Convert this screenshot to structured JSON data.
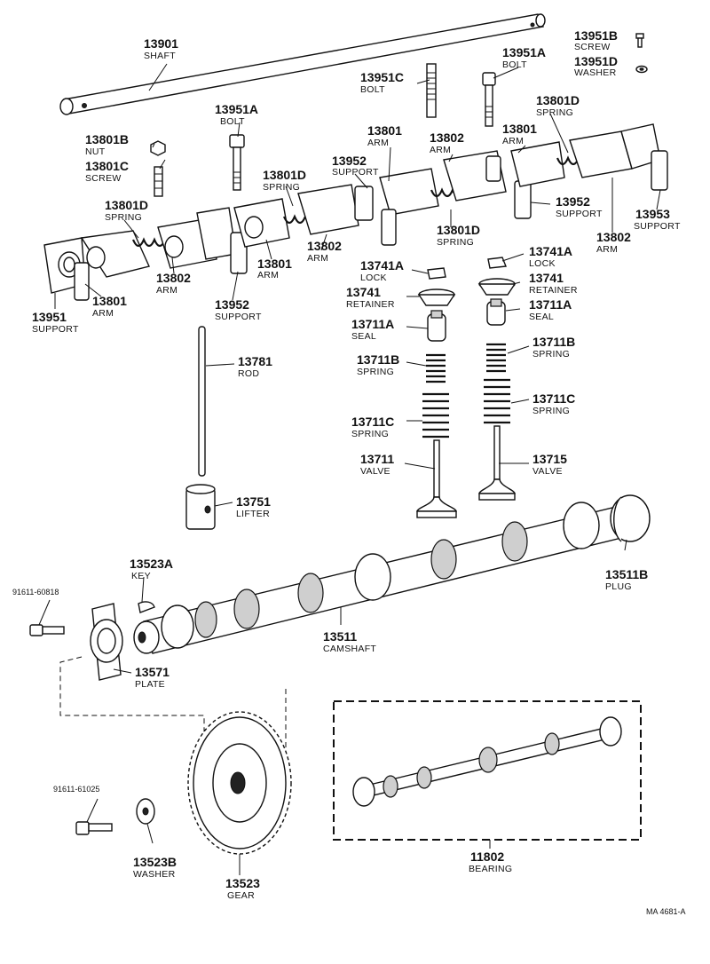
{
  "parts": [
    {
      "id": "shaft-13901",
      "number": "13901",
      "name": "SHAFT"
    },
    {
      "id": "screw-13951b",
      "number": "13951B",
      "name": "SCREW"
    },
    {
      "id": "bolt-13951a-top",
      "number": "13951A",
      "name": "BOLT"
    },
    {
      "id": "washer-13951d",
      "number": "13951D",
      "name": "WASHER"
    },
    {
      "id": "bolt-13951c",
      "number": "13951C",
      "name": "BOLT"
    },
    {
      "id": "bolt-13951a-left",
      "number": "13951A",
      "name": "BOLT"
    },
    {
      "id": "spring-13801d-right",
      "number": "13801D",
      "name": "SPRING"
    },
    {
      "id": "arm-13801-mid",
      "number": "13801",
      "name": "ARM"
    },
    {
      "id": "arm-13802-mid",
      "number": "13802",
      "name": "ARM"
    },
    {
      "id": "arm-13801-right",
      "number": "13801",
      "name": "ARM"
    },
    {
      "id": "nut-13801b",
      "number": "13801B",
      "name": "NUT"
    },
    {
      "id": "support-13952-mid",
      "number": "13952",
      "name": "SUPPORT"
    },
    {
      "id": "screw-13801c",
      "number": "13801C",
      "name": "SCREW"
    },
    {
      "id": "spring-13801d-center",
      "number": "13801D",
      "name": "SPRING"
    },
    {
      "id": "support-13952-right",
      "number": "13952",
      "name": "SUPPORT"
    },
    {
      "id": "spring-13801d-left",
      "number": "13801D",
      "name": "SPRING"
    },
    {
      "id": "support-13953",
      "number": "13953",
      "name": "SUPPORT"
    },
    {
      "id": "spring-13801d-lower",
      "number": "13801D",
      "name": "SPRING"
    },
    {
      "id": "arm-13802-lower",
      "number": "13802",
      "name": "ARM"
    },
    {
      "id": "arm-13802-right",
      "number": "13802",
      "name": "ARM"
    },
    {
      "id": "arm-13802-left",
      "number": "13802",
      "name": "ARM"
    },
    {
      "id": "arm-13801-lower",
      "number": "13801",
      "name": "ARM"
    },
    {
      "id": "arm-13801-left",
      "number": "13801",
      "name": "ARM"
    },
    {
      "id": "support-13952-left",
      "number": "13952",
      "name": "SUPPORT"
    },
    {
      "id": "support-13951",
      "number": "13951",
      "name": "SUPPORT"
    },
    {
      "id": "lock-13741a-right",
      "number": "13741A",
      "name": "LOCK"
    },
    {
      "id": "lock-13741a-left",
      "number": "13741A",
      "name": "LOCK"
    },
    {
      "id": "retainer-13741-right",
      "number": "13741",
      "name": "RETAINER"
    },
    {
      "id": "retainer-13741-left",
      "number": "13741",
      "name": "RETAINER"
    },
    {
      "id": "seal-13711a-right",
      "number": "13711A",
      "name": "SEAL"
    },
    {
      "id": "seal-13711a-left",
      "number": "13711A",
      "name": "SEAL"
    },
    {
      "id": "rod-13781",
      "number": "13781",
      "name": "ROD"
    },
    {
      "id": "spring-13711b-right",
      "number": "13711B",
      "name": "SPRING"
    },
    {
      "id": "spring-13711b-left",
      "number": "13711B",
      "name": "SPRING"
    },
    {
      "id": "spring-13711c-right",
      "number": "13711C",
      "name": "SPRING"
    },
    {
      "id": "spring-13711c-left",
      "number": "13711C",
      "name": "SPRING"
    },
    {
      "id": "valve-13711",
      "number": "13711",
      "name": "VALVE"
    },
    {
      "id": "valve-13715",
      "number": "13715",
      "name": "VALVE"
    },
    {
      "id": "lifter-13751",
      "number": "13751",
      "name": "LIFTER"
    },
    {
      "id": "plug-13511b",
      "number": "13511B",
      "name": "PLUG"
    },
    {
      "id": "key-13523a",
      "number": "13523A",
      "name": "KEY"
    },
    {
      "id": "bolt-91611-60818",
      "number": "91611-60818",
      "name": ""
    },
    {
      "id": "camshaft-13511",
      "number": "13511",
      "name": "CAMSHAFT"
    },
    {
      "id": "plate-13571",
      "number": "13571",
      "name": "PLATE"
    },
    {
      "id": "bolt-91611-61025",
      "number": "91611-61025",
      "name": ""
    },
    {
      "id": "washer-13523b",
      "number": "13523B",
      "name": "WASHER"
    },
    {
      "id": "gear-13523",
      "number": "13523",
      "name": "GEAR"
    },
    {
      "id": "bearing-11802",
      "number": "11802",
      "name": "BEARING"
    }
  ],
  "reference_code": "MA 4681-A"
}
